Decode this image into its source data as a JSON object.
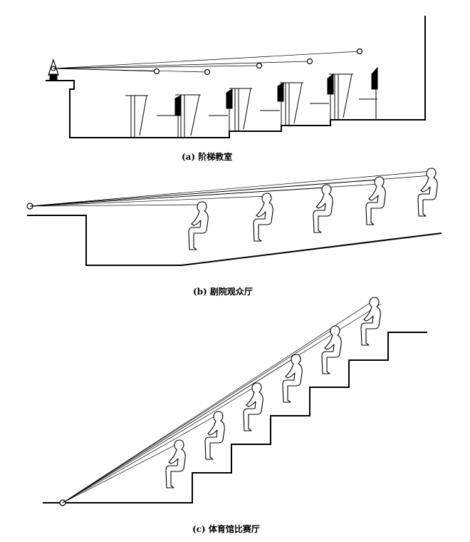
{
  "diagrams": [
    {
      "id": "a",
      "caption": "(a) 阶梯教室"
    },
    {
      "id": "b",
      "caption": "(b) 剧院观众厅"
    },
    {
      "id": "c",
      "caption": "(c) 体育馆比赛厅"
    }
  ]
}
